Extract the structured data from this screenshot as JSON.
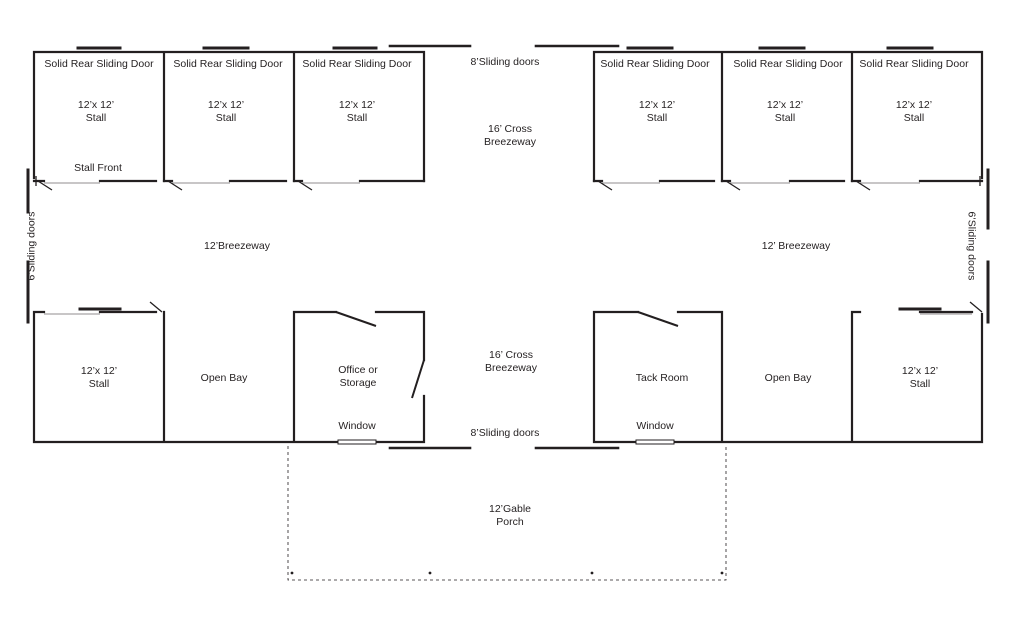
{
  "top_stalls": [
    {
      "door_label": "Solid Rear Sliding Door",
      "size": "12’x 12’",
      "kind": "Stall",
      "front_label": "Stall Front"
    },
    {
      "door_label": "Solid Rear Sliding Door",
      "size": "12’x 12’",
      "kind": "Stall"
    },
    {
      "door_label": "Solid Rear Sliding Door",
      "size": "12’x 12’",
      "kind": "Stall"
    },
    {
      "door_label": "Solid Rear Sliding Door",
      "size": "12’x 12’",
      "kind": "Stall"
    },
    {
      "door_label": "Solid Rear Sliding Door",
      "size": "12’x 12’",
      "kind": "Stall"
    },
    {
      "door_label": "Solid Rear Sliding Door",
      "size": "12’x 12’",
      "kind": "Stall"
    }
  ],
  "cross_breezeway_top": {
    "doors": "8’Sliding doors",
    "line1": "16’ Cross",
    "line2": "Breezeway"
  },
  "cross_breezeway_bottom": {
    "line1": "16’ Cross",
    "line2": "Breezeway",
    "doors": "8’Sliding doors"
  },
  "main_breezeway": {
    "left_label": "12’Breezeway",
    "right_label": "12’ Breezeway"
  },
  "side_doors": {
    "left": "6’Sliding doors",
    "right": "6’Sliding doors"
  },
  "bottom_rooms": {
    "left_stall": {
      "size": "12’x 12’",
      "kind": "Stall"
    },
    "left_bay": "Open Bay",
    "office": {
      "line1": "Office or",
      "line2": "Storage",
      "window": "Window"
    },
    "tack": {
      "name": "Tack Room",
      "window": "Window"
    },
    "right_bay": "Open Bay",
    "right_stall": {
      "size": "12’x 12’",
      "kind": "Stall"
    }
  },
  "porch": {
    "line1": "12’Gable",
    "line2": "Porch"
  }
}
